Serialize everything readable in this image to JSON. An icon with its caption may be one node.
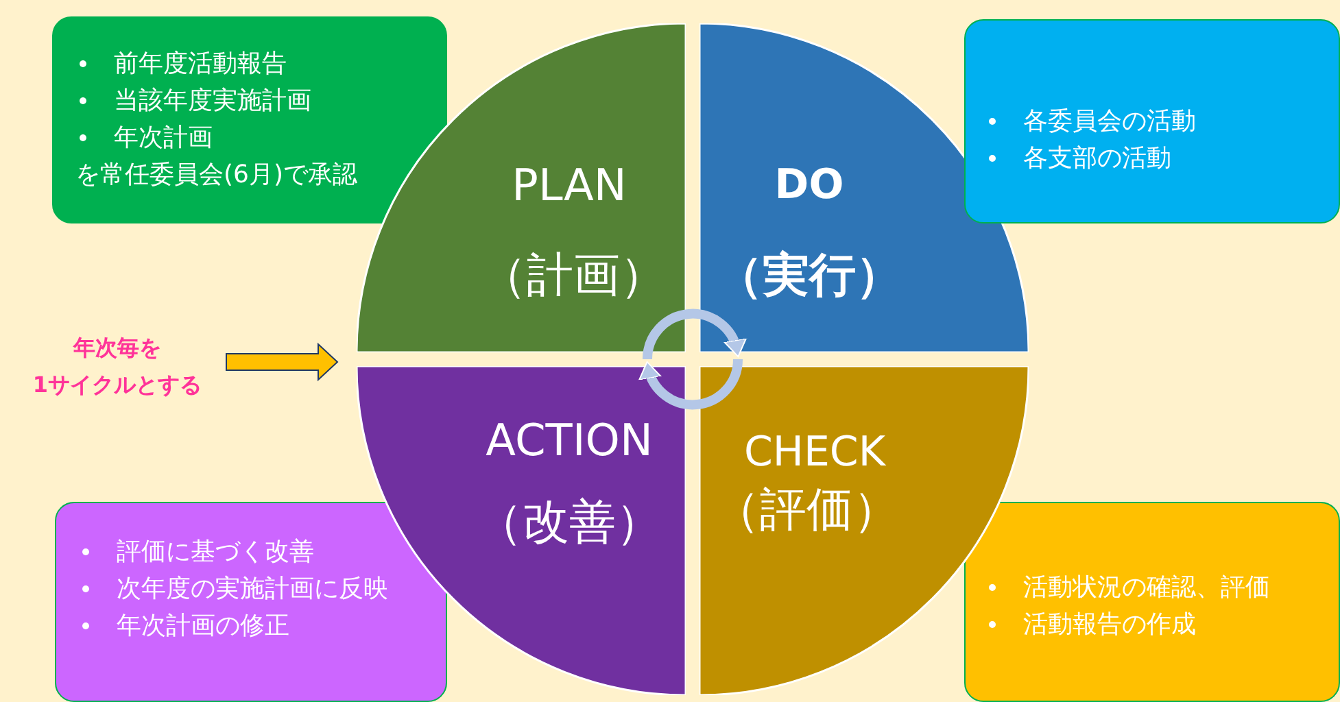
{
  "diagram": {
    "nodes": [
      {
        "text": [
          "前年度活動報告",
          "当該年度実施計画",
          "年次計画",
          "を常任委員会(6月)で承認"
        ]
      },
      {
        "text": [
          "PLAN",
          "（計画）"
        ]
      },
      {
        "text": [
          "DO",
          "（実行）"
        ]
      },
      {
        "text": [
          "各委員会の活動",
          "各支部の活動"
        ]
      },
      {
        "text": [
          "年次毎を 1サイクルとする"
        ]
      },
      {
        "text": [
          "ACTION",
          "（改善）"
        ]
      },
      {
        "text": [
          "CHECK",
          "（評価）"
        ]
      },
      {
        "text": [
          "評価に基づく改善",
          "次年度の実施計画に反映",
          "年次計画の修正"
        ]
      },
      {
        "text": [
          "活動状況の確認、評価",
          "活動報告の作成"
        ]
      }
    ],
    "edges": [
      {
        "from": 1,
        "to": 2,
        "arrow": "to"
      },
      {
        "from": 6,
        "to": 5,
        "arrow": "to"
      },
      {
        "from": 4,
        "to": null,
        "arrow": "to",
        "style": "thick",
        "color": "#ffc000"
      }
    ]
  }
}
